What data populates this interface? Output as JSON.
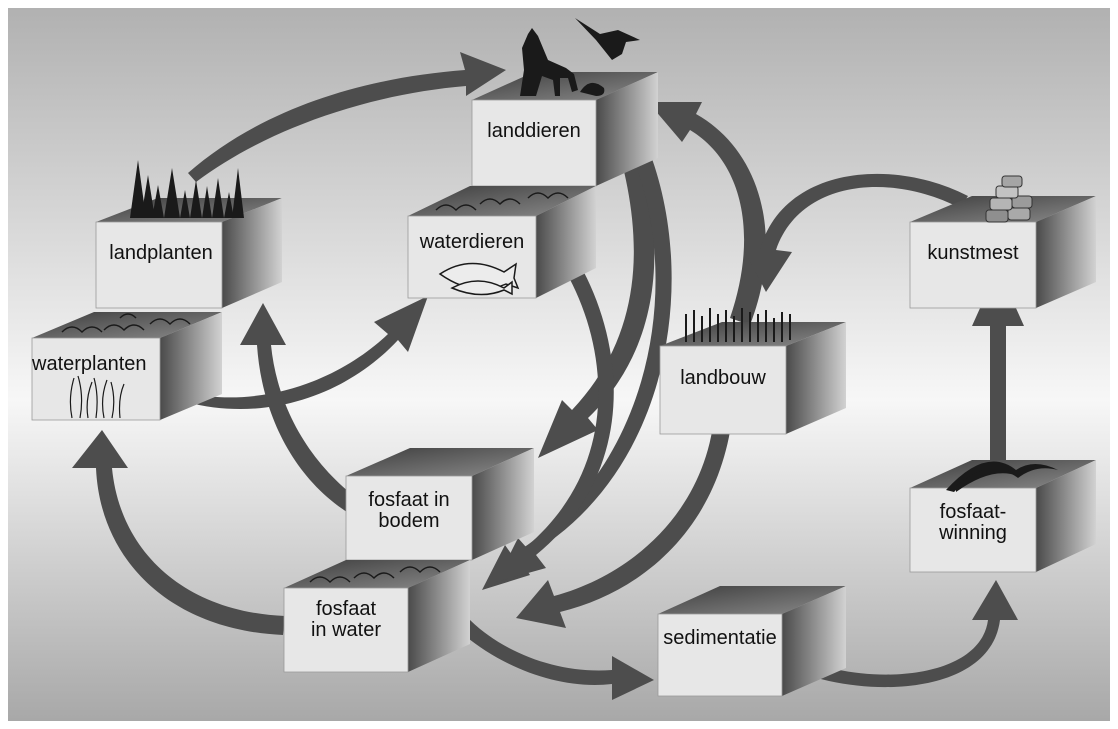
{
  "nodes": {
    "landdieren": {
      "label": "landdieren"
    },
    "landplanten": {
      "label": "landplanten"
    },
    "waterdieren": {
      "label": "waterdieren"
    },
    "waterplanten": {
      "label": "waterplanten"
    },
    "kunstmest": {
      "label": "kunstmest"
    },
    "landbouw": {
      "label": "landbouw"
    },
    "fosfaat_bodem": {
      "label_line1": "fosfaat in",
      "label_line2": "bodem"
    },
    "fosfaat_water": {
      "label_line1": "fosfaat",
      "label_line2": "in water"
    },
    "sedimentatie": {
      "label": "sedimentatie"
    },
    "fosfaatwinning": {
      "label_line1": "fosfaat-",
      "label_line2": "winning"
    }
  },
  "edges": [
    {
      "from": "landplanten",
      "to": "landdieren"
    },
    {
      "from": "waterplanten",
      "to": "waterdieren"
    },
    {
      "from": "fosfaat_bodem",
      "to": "landplanten"
    },
    {
      "from": "fosfaat_water",
      "to": "waterplanten"
    },
    {
      "from": "landdieren",
      "to": "fosfaat_bodem"
    },
    {
      "from": "landdieren",
      "to": "fosfaat_water"
    },
    {
      "from": "waterdieren",
      "to": "fosfaat_water"
    },
    {
      "from": "landbouw",
      "to": "landdieren"
    },
    {
      "from": "kunstmest",
      "to": "landbouw"
    },
    {
      "from": "landbouw",
      "to": "fosfaat_water"
    },
    {
      "from": "fosfaat_water",
      "to": "sedimentatie"
    },
    {
      "from": "sedimentatie",
      "to": "fosfaatwinning"
    },
    {
      "from": "fosfaatwinning",
      "to": "kunstmest"
    }
  ],
  "colors": {
    "arrow": "#4d4d4d",
    "box_front": "#e7e7e7",
    "box_top": "#5e5e5e",
    "box_side_dark": "#555555",
    "box_side_light": "#c4c4c4",
    "icon": "#1a1a1a"
  }
}
